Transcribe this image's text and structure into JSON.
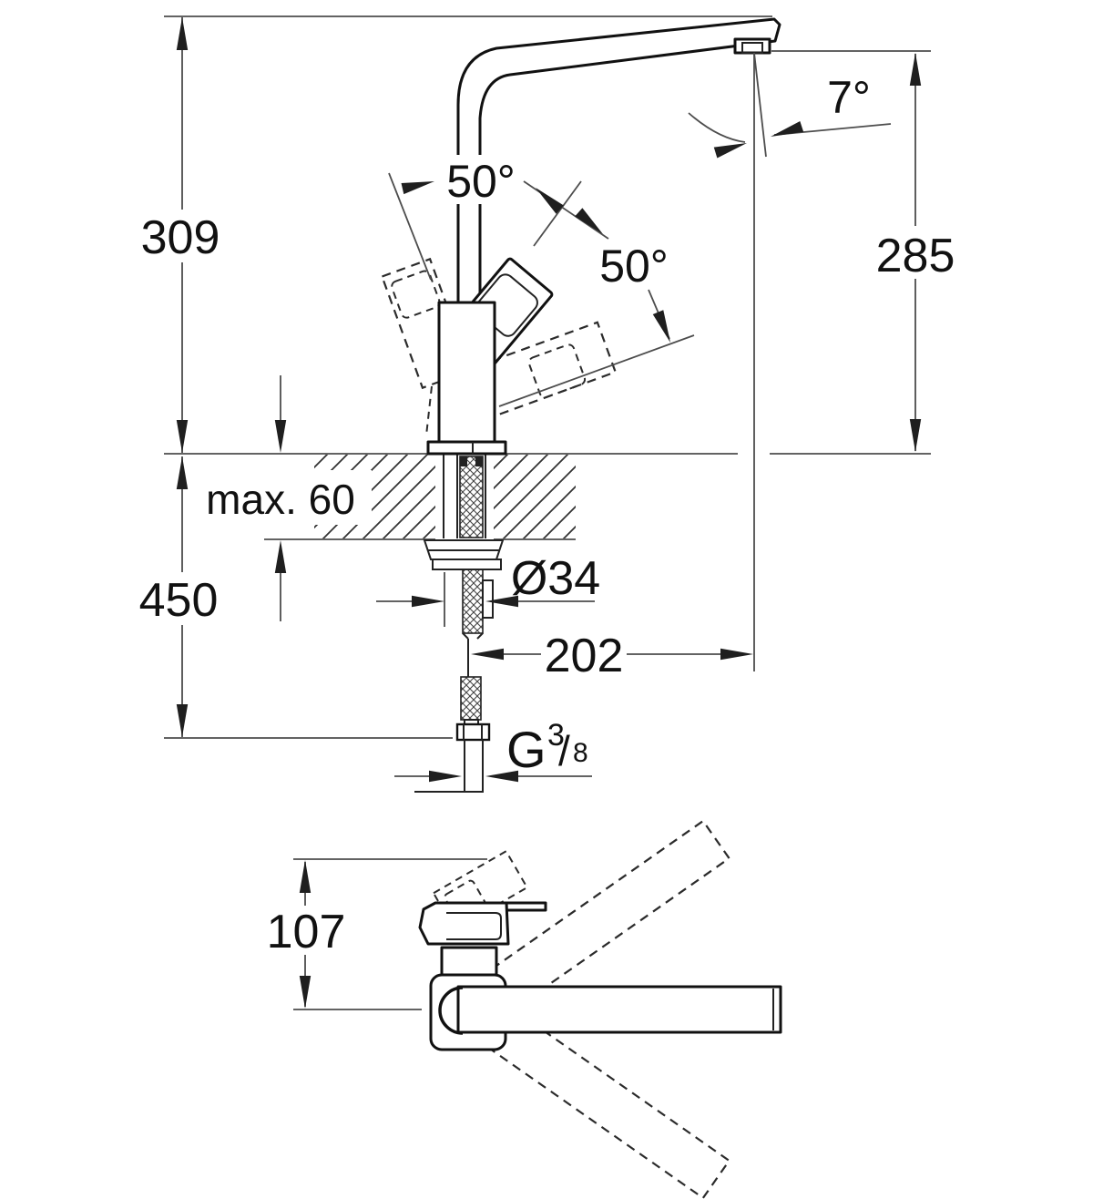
{
  "drawing": {
    "title": "faucet-installation-dimension-drawing",
    "views": [
      "side-elevation",
      "top-plan"
    ],
    "colors": {
      "background": "#ffffff",
      "object_line": "#111111",
      "dimension_line": "#4d4d4d"
    },
    "dimensions": {
      "overall_height": "309",
      "spout_outlet_height": "285",
      "handle_swivel_left": "50°",
      "handle_swivel_right": "50°",
      "spout_tilt_angle": "7°",
      "max_deck_thickness": "max. 60",
      "height_below_deck": "450",
      "hole_diameter": "Ø34",
      "spout_reach": "202",
      "thread_letter": "G",
      "thread_numerator": "3",
      "thread_slash": "/",
      "thread_denominator": "8",
      "top_view_handle_offset": "107"
    }
  }
}
